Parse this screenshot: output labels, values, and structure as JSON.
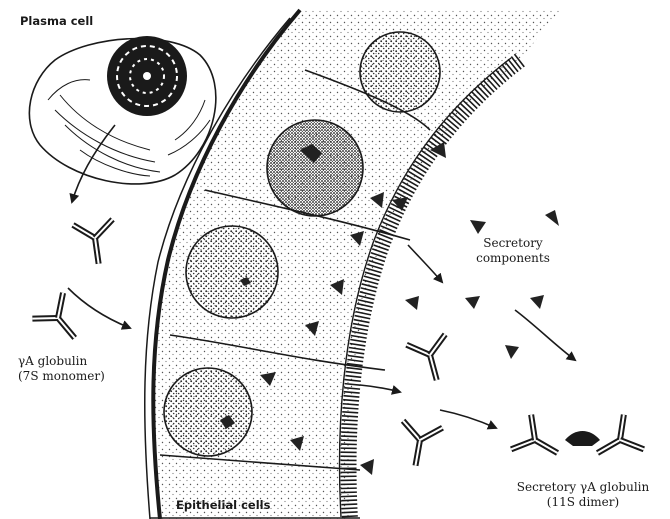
{
  "labels": {
    "plasma_cell": "Plasma cell",
    "secretory_components_line1": "Secretory",
    "secretory_components_line2": "components",
    "ya_globulin_line1": "γA globulin",
    "ya_globulin_line2": "(7S monomer)",
    "epithelial_cells": "Epithelial cells",
    "secretory_ya_line1": "Secretory γA globulin",
    "secretory_ya_line2": "(11S dimer)"
  },
  "colors": {
    "ink": "#1a1a1a",
    "stipple": "#3a3a3a",
    "paper": "#ffffff"
  },
  "icons": {
    "antibody": "y-shaped-antibody-icon",
    "secretory_component": "triangle-secretory-component-icon"
  }
}
